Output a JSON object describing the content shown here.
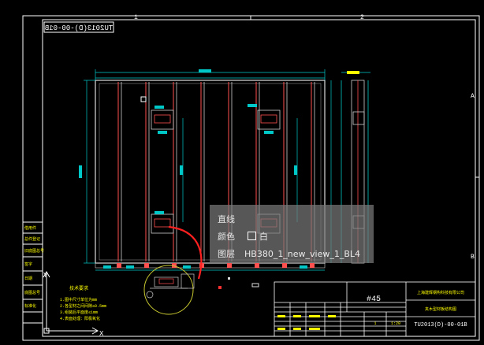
{
  "drawing": {
    "top_code": "TU2013(D)-00-01B",
    "zone_labels": [
      "1",
      "2",
      "A",
      "B"
    ],
    "title_block": {
      "company": "上海建辉钢构科技有限公司",
      "drawing_name": "夹木型材板结构图",
      "drawing_number": "TU2013(D)-00-01B",
      "part_number": "#45",
      "scale": "1:20",
      "sheet": "1"
    },
    "notes_title": "技术要求",
    "notes": [
      "1.图中尺寸单位为mm",
      "2.各型材之间间隙≤0.5mm",
      "3.组装后平面度≤1mm",
      "4.表面处理：阳极氧化"
    ],
    "left_table": [
      "借用件",
      "总件登记",
      "旧底图总号",
      "签字",
      "日期",
      "底图总号",
      "标准化"
    ]
  },
  "tooltip": {
    "rows": [
      {
        "key": "直线",
        "value": ""
      },
      {
        "key": "颜色",
        "value": "白"
      },
      {
        "key": "图层",
        "value": "HB380_1_new_view_1_BL4"
      }
    ]
  },
  "colors": {
    "background": "#000000",
    "border": "#ffffff",
    "dimension": "#00c8c8",
    "profile": "#ff5050",
    "hatch": "#cccccc",
    "leader": "#ff2020",
    "detail_circle": "#c8c830",
    "annotation": "#ffff00"
  }
}
